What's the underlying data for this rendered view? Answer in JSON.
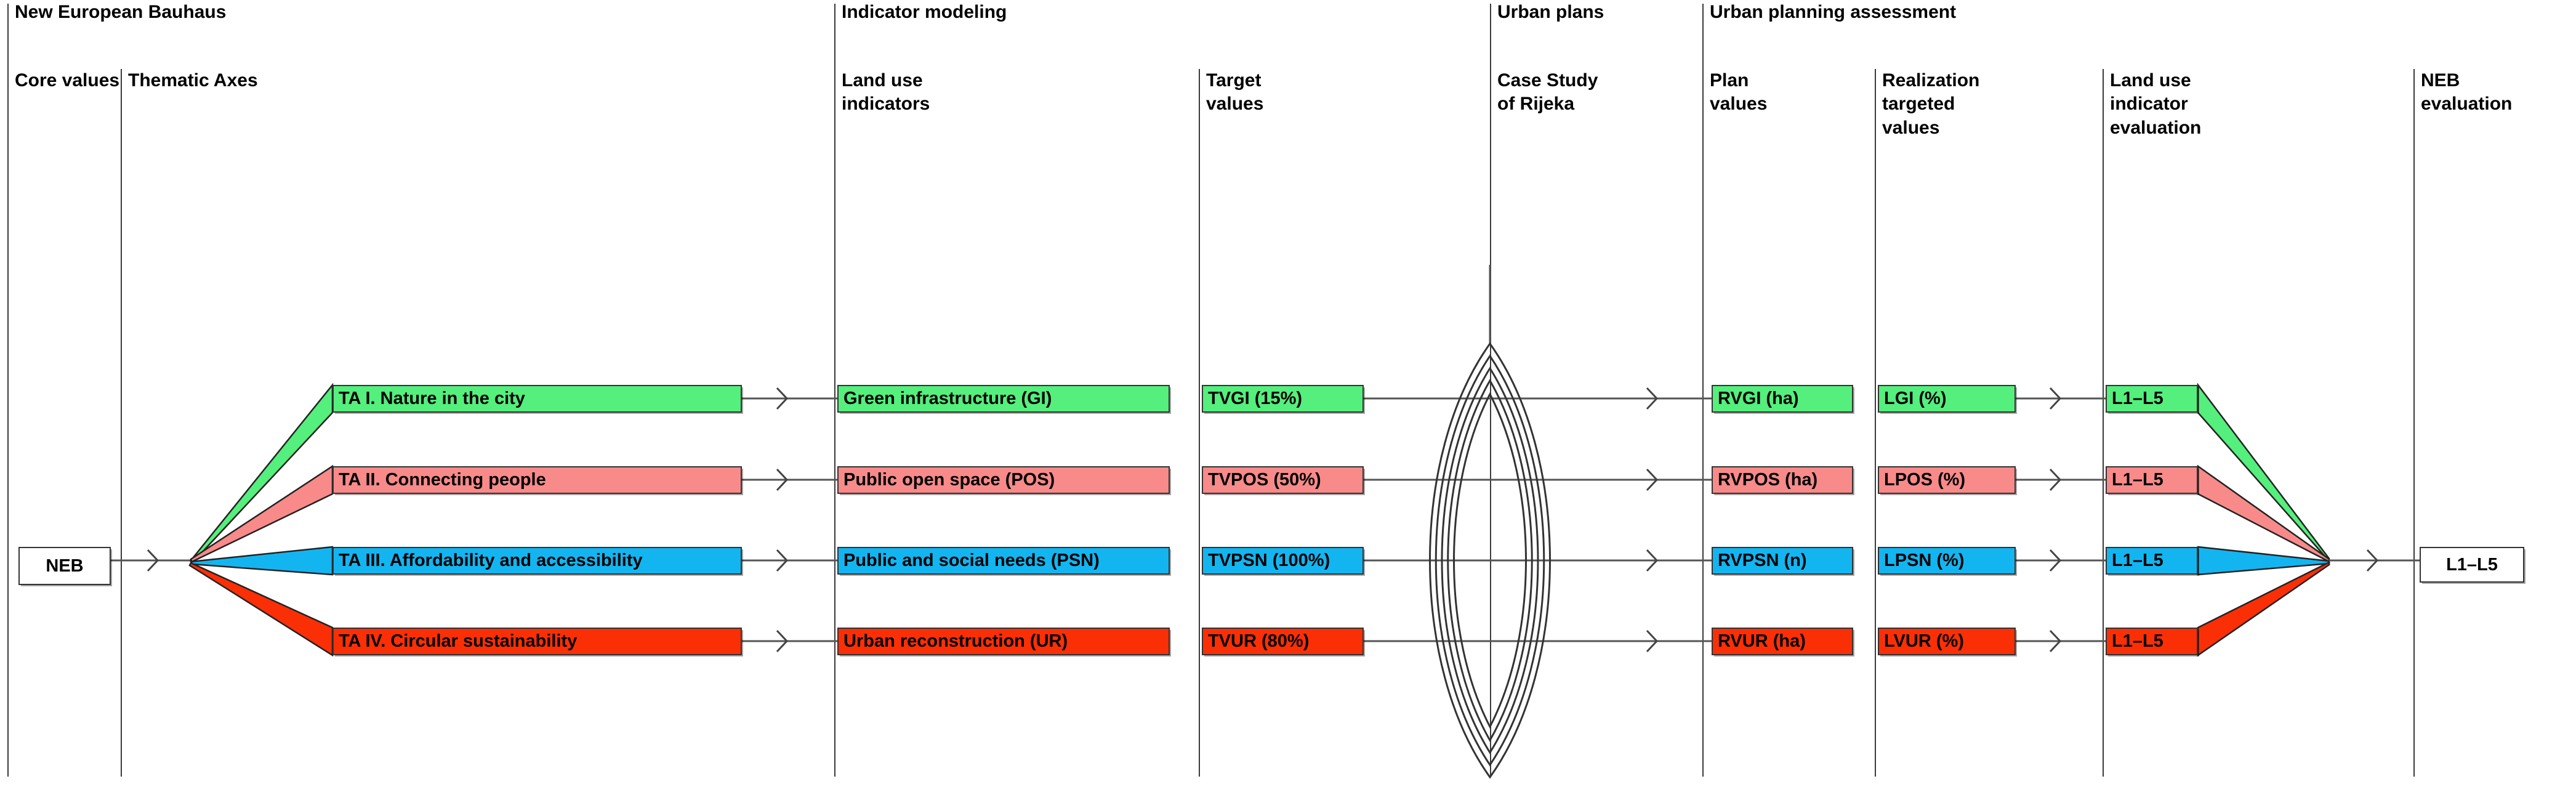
{
  "groups": [
    {
      "id": "neb",
      "label": "New European Bauhaus"
    },
    {
      "id": "indicator",
      "label": "Indicator modeling"
    },
    {
      "id": "urbanplans",
      "label": "Urban plans"
    },
    {
      "id": "assessment",
      "label": "Urban planning assessment"
    }
  ],
  "columns": [
    {
      "id": "core-values",
      "label": "Core values"
    },
    {
      "id": "thematic-axes",
      "label": "Thematic Axes"
    },
    {
      "id": "land-use-indicators",
      "label": "Land use\nindicators"
    },
    {
      "id": "target-values",
      "label": "Target\nvalues"
    },
    {
      "id": "case-study",
      "label": "Case Study\nof Rijeka"
    },
    {
      "id": "plan-values",
      "label": "Plan\nvalues"
    },
    {
      "id": "realization-values",
      "label": "Realization\ntargeted\nvalues"
    },
    {
      "id": "indicator-evaluation",
      "label": "Land use\nindicator\nevaluation"
    },
    {
      "id": "neb-evaluation",
      "label": "NEB\nevaluation"
    }
  ],
  "root": {
    "label": "NEB"
  },
  "result": {
    "label": "L1–L5"
  },
  "colors": {
    "green": "#54ef7c",
    "pink": "#f98a8a",
    "blue": "#13b5f0",
    "red": "#fb2f06",
    "line": "#555555",
    "rule": "#3a3a3a",
    "text": "#000000",
    "white": "#ffffff"
  },
  "rows": [
    {
      "color_key": "green",
      "thematic_axis": "TA I. Nature in the city",
      "land_use_indicator": "Green infrastructure (GI)",
      "target_value": "TVGI (15%)",
      "plan_value": "RVGI (ha)",
      "realization_value": "LGI (%)",
      "indicator_evaluation": "L1–L5"
    },
    {
      "color_key": "pink",
      "thematic_axis": "TA II. Connecting people",
      "land_use_indicator": "Public open space (POS)",
      "target_value": "TVPOS (50%)",
      "plan_value": "RVPOS (ha)",
      "realization_value": "LPOS (%)",
      "indicator_evaluation": "L1–L5"
    },
    {
      "color_key": "blue",
      "thematic_axis": "TA III. Affordability and accessibility",
      "land_use_indicator": "Public and social needs (PSN)",
      "target_value": "TVPSN (100%)",
      "plan_value": "RVPSN (n)",
      "realization_value": "LPSN (%)",
      "indicator_evaluation": "L1–L5"
    },
    {
      "color_key": "red",
      "thematic_axis": "TA IV. Circular sustainability",
      "land_use_indicator": "Urban reconstruction (UR)",
      "target_value": "TVUR (80%)",
      "plan_value": "RVUR (ha)",
      "realization_value": "LVUR (%)",
      "indicator_evaluation": "L1–L5"
    }
  ],
  "lens": {
    "name": "urban-plans-lens",
    "rings": 5
  }
}
